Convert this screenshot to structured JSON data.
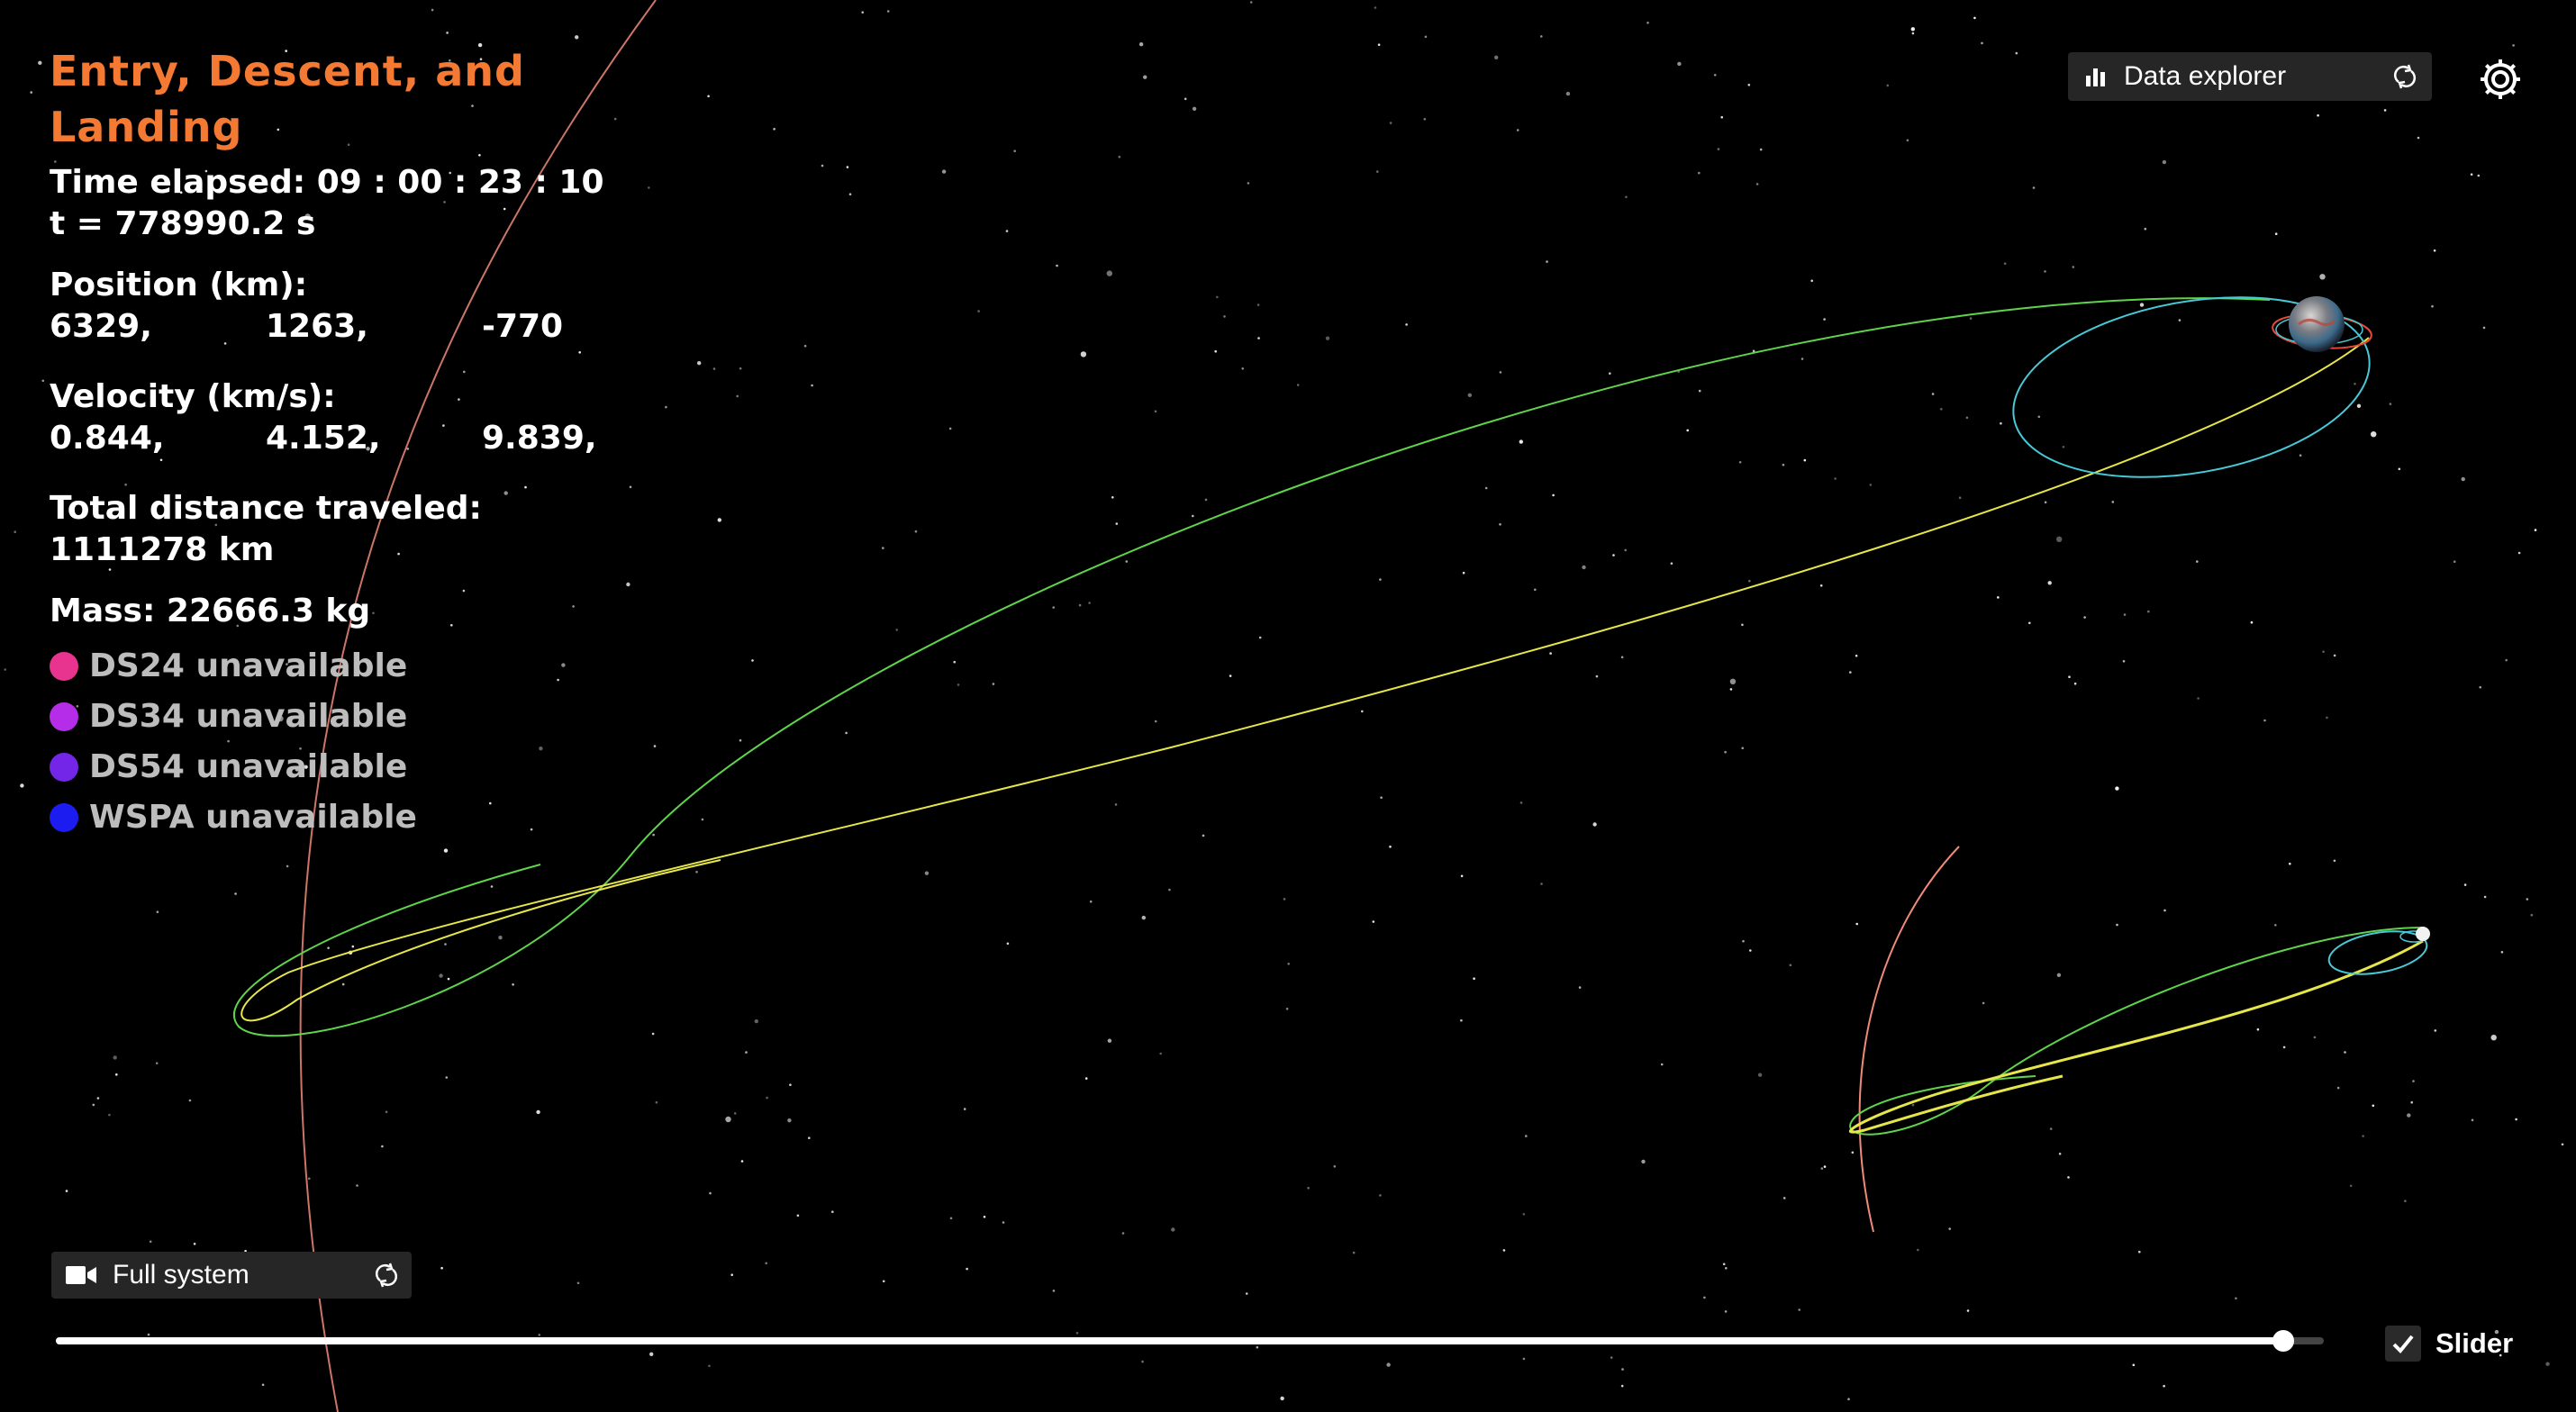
{
  "colors": {
    "title": "#f47a34",
    "ds24": "#e8338f",
    "ds34": "#b52de8",
    "ds54": "#7326e8",
    "wspa": "#1c1cf0",
    "trajectory_green": "#5fd44a",
    "trajectory_yellow": "#e6e64a",
    "orbit_cyan": "#47c9d6",
    "mars_orbit": "#f08a7a"
  },
  "hud": {
    "title": "Entry, Descent, and Landing",
    "time_elapsed": "Time elapsed: 09 : 00 : 23 : 10",
    "t_seconds": "t = 778990.2 s",
    "position_label": "Position (km):",
    "position": [
      "6329,",
      "1263,",
      "-770"
    ],
    "velocity_label": "Velocity (km/s):",
    "velocity": [
      "0.844,",
      "4.152,",
      "9.839,"
    ],
    "distance_label": "Total distance traveled:",
    "distance_value": "1111278 km",
    "mass": "Mass: 22666.3 kg",
    "stations": [
      {
        "label": "DS24 unavailable",
        "color": "#e8338f"
      },
      {
        "label": "DS34 unavailable",
        "color": "#b52de8"
      },
      {
        "label": "DS54 unavailable",
        "color": "#7326e8"
      },
      {
        "label": "WSPA unavailable",
        "color": "#1c1cf0"
      }
    ]
  },
  "data_explorer": {
    "label": "Data explorer",
    "icon": "bar-chart-icon",
    "action_icon": "swap-icon"
  },
  "settings": {
    "icon": "gear-icon"
  },
  "camera": {
    "label": "Full system",
    "icon": "video-camera-icon",
    "action_icon": "swap-icon"
  },
  "timeline": {
    "progress": 0.982,
    "toggle_label": "Slider",
    "toggle_checked": true
  }
}
